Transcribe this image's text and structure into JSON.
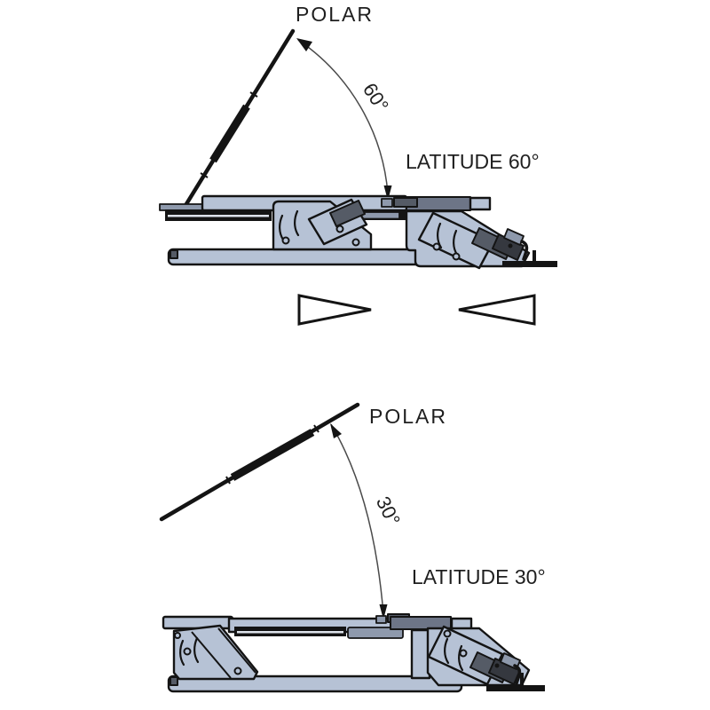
{
  "colors": {
    "background": "#ffffff",
    "outline": "#141414",
    "body_light": "#b6c2d5",
    "body_mid": "#8e99ac",
    "body_dark": "#6d7587",
    "clamp_dark": "#555b66",
    "knob_dark": "#35383f",
    "stripe_light": "#dde2ea",
    "annotation": "#4a4a4a",
    "text": "#1f1f1f"
  },
  "top_diagram": {
    "polar_label": "POLAR",
    "angle_label": "60°",
    "latitude_label": "LATITUDE 60°"
  },
  "bottom_diagram": {
    "polar_label": "POLAR",
    "angle_label": "30°",
    "latitude_label": "LATITUDE 30°"
  },
  "center_markers": {
    "left_pointer_icon": "triangle-pointing-right",
    "right_pointer_icon": "triangle-pointing-left"
  }
}
